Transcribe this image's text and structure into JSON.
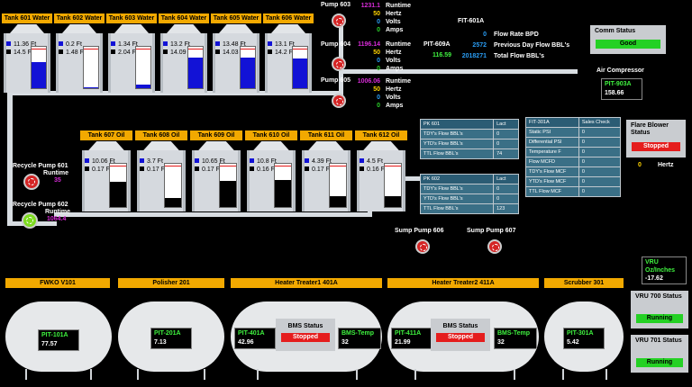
{
  "water_tanks": [
    {
      "name": "Tank 601 Water",
      "level": "11.36 Ft",
      "interface": "14.5 Ft",
      "fill_pct": 0.64,
      "fill_color": "#1212d6"
    },
    {
      "name": "Tank 602 Water",
      "level": "0.2 Ft",
      "interface": "1.48 Ft",
      "fill_pct": 0.02,
      "fill_color": "#1212d6"
    },
    {
      "name": "Tank 603 Water",
      "level": "1.34 Ft",
      "interface": "2.04 Ft",
      "fill_pct": 0.08,
      "fill_color": "#1212d6"
    },
    {
      "name": "Tank 604 Water",
      "level": "13.2 Ft",
      "interface": "14.09 Ft",
      "fill_pct": 0.73,
      "fill_color": "#1212d6"
    },
    {
      "name": "Tank 605 Water",
      "level": "13.48 Ft",
      "interface": "14.03 Ft",
      "fill_pct": 0.74,
      "fill_color": "#1212d6"
    },
    {
      "name": "Tank 606 Water",
      "level": "13.1 Ft",
      "interface": "14.2 Ft",
      "fill_pct": 0.72,
      "fill_color": "#1212d6"
    }
  ],
  "oil_tanks": [
    {
      "name": "Tank 607 Oil",
      "level": "10.06 Ft",
      "interface": "0.17 Ft",
      "fill_pct": 0.58,
      "fill_color": "#000000"
    },
    {
      "name": "Tank 608 Oil",
      "level": "3.7 Ft",
      "interface": "0.17 Ft",
      "fill_pct": 0.2,
      "fill_color": "#000000"
    },
    {
      "name": "Tank 609 Oil",
      "level": "10.65 Ft",
      "interface": "0.17 Ft",
      "fill_pct": 0.6,
      "fill_color": "#000000"
    },
    {
      "name": "Tank 610 Oil",
      "level": "10.8 Ft",
      "interface": "0.16 Ft",
      "fill_pct": 0.62,
      "fill_color": "#000000"
    },
    {
      "name": "Tank 611 Oil",
      "level": "4.39 Ft",
      "interface": "0.17 Ft",
      "fill_pct": 0.25,
      "fill_color": "#000000"
    },
    {
      "name": "Tank 612 Oil",
      "level": "4.5 Ft",
      "interface": "0.16 Ft",
      "fill_pct": 0.26,
      "fill_color": "#000000"
    }
  ],
  "pumps": {
    "p603": {
      "name": "Pump 603",
      "runtime": "1231.1",
      "hertz": "50",
      "volts": "0",
      "amps": "0"
    },
    "p604": {
      "name": "Pump 604",
      "runtime": "1196.14",
      "hertz": "50",
      "volts": "0",
      "amps": "0"
    },
    "p605": {
      "name": "Pump 605",
      "runtime": "1006.06",
      "hertz": "50",
      "volts": "0",
      "amps": "0"
    },
    "labels": {
      "runtime": "Runtime",
      "hertz": "Hertz",
      "volts": "Volts",
      "amps": "Amps"
    }
  },
  "recycle": {
    "p601": {
      "name": "Recycle Pump 601",
      "runtime_label": "Runtime",
      "runtime": "35"
    },
    "p602": {
      "name": "Recycle Pump 602",
      "runtime_label": "Runtime",
      "runtime": "1064.4"
    }
  },
  "sump": {
    "p606": "Sump Pump 606",
    "p607": "Sump Pump 607"
  },
  "fit601a": {
    "title": "FIT-601A",
    "pit_label": "PIT-609A",
    "pit_value": "116.59",
    "rate": "0",
    "prev": "2572",
    "total": "2018271",
    "rate_label": "Flow Rate BPD",
    "prev_label": "Previous Day Flow BBL's",
    "total_label": "Total Flow BBL's"
  },
  "comm": {
    "title": "Comm Status",
    "status": "Good"
  },
  "compressor": {
    "title": "Air Compressor",
    "tag": "PIT-903A",
    "value": "158.66"
  },
  "flare": {
    "title": "Flare Blower Status",
    "status": "Stopped",
    "hertz_value": "0",
    "hertz_label": "Hertz"
  },
  "pk601": {
    "header": [
      "PK 601",
      "Lact"
    ],
    "rows": [
      [
        "TDY's Flow BBL's",
        "0"
      ],
      [
        "YTD's Flow BBL's",
        "0"
      ],
      [
        "TTL Flow BBL's",
        "74"
      ]
    ]
  },
  "pk602": {
    "header": [
      "PK 602",
      "Lact"
    ],
    "rows": [
      [
        "TDY's Flow BBL's",
        "0"
      ],
      [
        "YTD's Flow BBL's",
        "0"
      ],
      [
        "TTL Flow BBL's",
        "123"
      ]
    ]
  },
  "fit301a": {
    "header": [
      "FIT-301A",
      "Sales Check"
    ],
    "rows": [
      [
        "Static PSI",
        "0"
      ],
      [
        "Differential PSI",
        "0"
      ],
      [
        "Temperature F",
        "0"
      ],
      [
        "Flow MCFD",
        "0"
      ],
      [
        "TDY's Flow MCF",
        "0"
      ],
      [
        "YTD's Flow MCF",
        "0"
      ],
      [
        "TTL Flow MCF",
        "0"
      ]
    ]
  },
  "vru": {
    "title": "VRU Oz/Inches",
    "value": "-17.62",
    "v700_title": "VRU 700 Status",
    "v700_status": "Running",
    "v701_title": "VRU 701 Status",
    "v701_status": "Running"
  },
  "vessels": {
    "fwko": {
      "title": "FWKO V101",
      "tag": "PIT-101A",
      "value": "77.57"
    },
    "polisher": {
      "title": "Polisher 201",
      "tag": "PIT-201A",
      "value": "7.13"
    },
    "ht1": {
      "title": "Heater Treater1 401A",
      "tag": "PIT-401A",
      "value": "42.96",
      "bms_label": "BMS Status",
      "bms_status": "Stopped",
      "temp_label": "BMS-Temp",
      "temp_value": "32"
    },
    "ht2": {
      "title": "Heater Treater2 411A",
      "tag": "PIT-411A",
      "value": "21.99",
      "bms_label": "BMS Status",
      "bms_status": "Stopped",
      "temp_label": "BMS-Temp",
      "temp_value": "32"
    },
    "scrubber": {
      "title": "Scrubber 301",
      "tag": "PIT-301A",
      "value": "5.42"
    }
  },
  "colors": {
    "tag_bg": "#f2a900",
    "running": "#24d124",
    "stopped": "#e51d1d",
    "runtime": "#d62bd6",
    "hertz": "#ffd400",
    "readout_tag": "#3ff23f",
    "flow_blue": "#2a9df4"
  }
}
